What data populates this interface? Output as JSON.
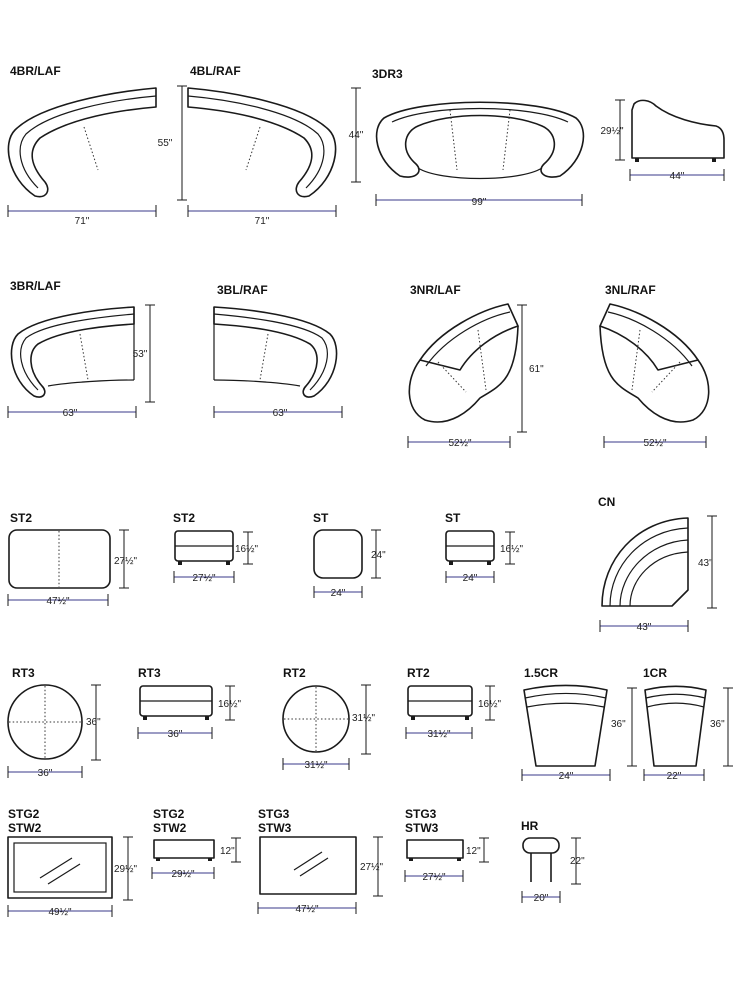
{
  "colors": {
    "ink": "#1a1a1a",
    "dimension_line": "#3a3a8a",
    "background": "#ffffff"
  },
  "pieces": {
    "p4br": {
      "label": "4BR/LAF",
      "width": "71\"",
      "depth": "55\""
    },
    "p4bl": {
      "label": "4BL/RAF",
      "width": "71\""
    },
    "p3dr3": {
      "label": "3DR3",
      "width": "99\"",
      "depth": "44\""
    },
    "side": {
      "width": "44\"",
      "height": "29½\""
    },
    "p3br": {
      "label": "3BR/LAF",
      "width": "63\"",
      "depth": "53\""
    },
    "p3bl": {
      "label": "3BL/RAF",
      "width": "63\""
    },
    "p3nr": {
      "label": "3NR/LAF",
      "width": "52½\"",
      "depth": "61\""
    },
    "p3nl": {
      "label": "3NL/RAF",
      "width": "52½\""
    },
    "st2top": {
      "label": "ST2",
      "width": "47½\"",
      "depth": "27½\""
    },
    "st2side": {
      "label": "ST2",
      "width": "27½\"",
      "height": "16½\""
    },
    "sttop": {
      "label": "ST",
      "width": "24\"",
      "depth": "24\""
    },
    "stside": {
      "label": "ST",
      "width": "24\"",
      "height": "16½\""
    },
    "cn": {
      "label": "CN",
      "width": "43\"",
      "depth": "43\""
    },
    "rt3top": {
      "label": "RT3",
      "width": "36\"",
      "depth": "36\""
    },
    "rt3side": {
      "label": "RT3",
      "width": "36\"",
      "height": "16½\""
    },
    "rt2top": {
      "label": "RT2",
      "width": "31½\"",
      "depth": "31½\""
    },
    "rt2side": {
      "label": "RT2",
      "width": "31½\"",
      "height": "16½\""
    },
    "cr15": {
      "label": "1.5CR",
      "width": "24\"",
      "depth": "36\""
    },
    "cr1": {
      "label": "1CR",
      "width": "22\"",
      "depth": "36\""
    },
    "stg2top": {
      "label1": "STG2",
      "label2": "STW2",
      "width": "49½\"",
      "depth": "29½\""
    },
    "stg2side": {
      "label1": "STG2",
      "label2": "STW2",
      "width": "29½\"",
      "height": "12\""
    },
    "stg3top": {
      "label1": "STG3",
      "label2": "STW3",
      "width": "47½\"",
      "depth": "27½\""
    },
    "stg3side": {
      "label1": "STG3",
      "label2": "STW3",
      "width": "27½\"",
      "height": "12\""
    },
    "hr": {
      "label": "HR",
      "width": "20\"",
      "height": "22\""
    }
  }
}
